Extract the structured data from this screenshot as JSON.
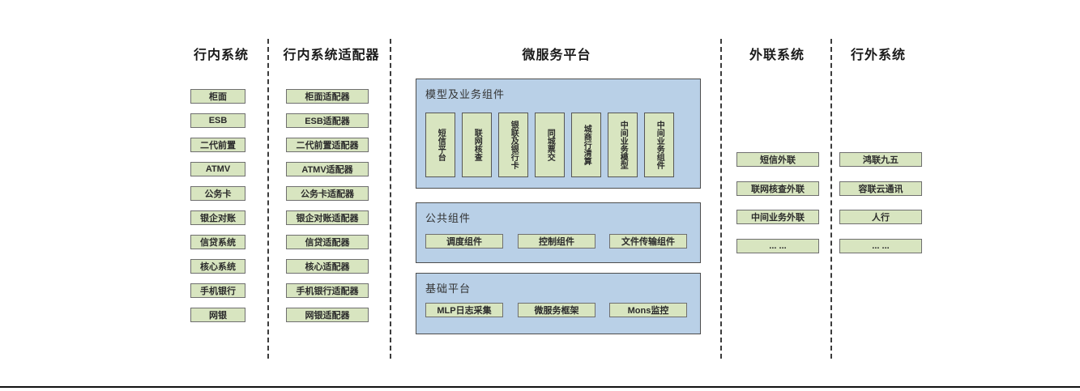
{
  "diagram": {
    "columns": {
      "internal": {
        "title": "行内系统",
        "items": [
          "柜面",
          "ESB",
          "二代前置",
          "ATMV",
          "公务卡",
          "银企对账",
          "信贷系统",
          "核心系统",
          "手机银行",
          "网银"
        ]
      },
      "adapters": {
        "title": "行内系统适配器",
        "items": [
          "柜面适配器",
          "ESB适配器",
          "二代前置适配器",
          "ATMV适配器",
          "公务卡适配器",
          "银企对账适配器",
          "信贷适配器",
          "核心适配器",
          "手机银行适配器",
          "网银适配器"
        ]
      },
      "platform": {
        "title": "微服务平台",
        "model_group": {
          "label": "模型及业务组件",
          "items": [
            "短信平台",
            "联网核查",
            "银联及银行卡",
            "同城票交",
            "城商行清算",
            "中间业务模型",
            "中间业务组件"
          ]
        },
        "common_group": {
          "label": "公共组件",
          "items": [
            "调度组件",
            "控制组件",
            "文件传输组件"
          ]
        },
        "base_group": {
          "label": "基础平台",
          "items": [
            "MLP日志采集",
            "微服务框架",
            "Mons监控"
          ]
        }
      },
      "outreach": {
        "title": "外联系统",
        "items": [
          "短信外联",
          "联网核查外联",
          "中间业务外联",
          "... ..."
        ]
      },
      "external": {
        "title": "行外系统",
        "items": [
          "鸿联九五",
          "容联云通讯",
          "人行",
          "... ..."
        ]
      }
    },
    "colors": {
      "green_fill": "#d8e5c0",
      "green_border": "#6f6f6f",
      "blue_fill": "#b9d0e7",
      "blue_border": "#4d4d4d",
      "divider": "#3c3c3c",
      "bottom_rule": "#111111"
    }
  }
}
